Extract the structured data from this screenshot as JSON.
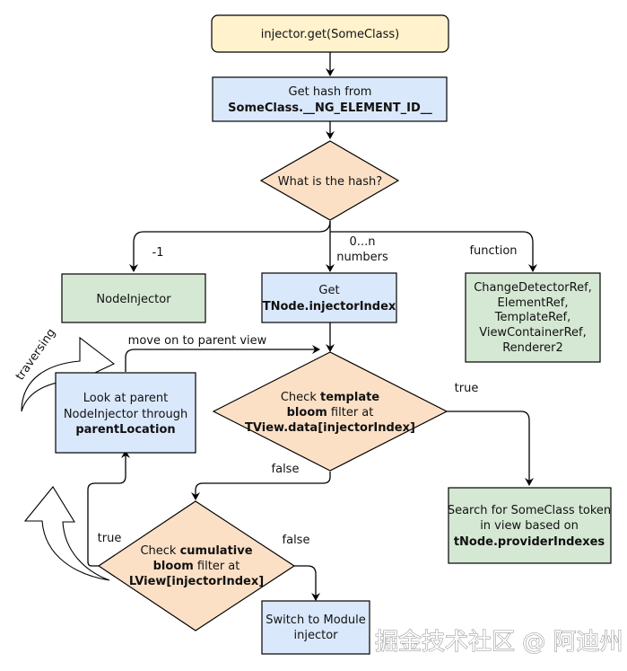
{
  "colors": {
    "start_fill": "#fff2cc",
    "process_fill": "#dae8fc",
    "decision_fill": "#fbe0c6",
    "result_fill": "#d5e8d4",
    "stroke": "#000000"
  },
  "nodes": {
    "start": {
      "line1": "injector.get(SomeClass)"
    },
    "get_hash": {
      "line1": "Get hash from",
      "line2": "SomeClass.__NG_ELEMENT_ID__"
    },
    "what_hash": {
      "line1": "What is the hash?"
    },
    "node_injector": {
      "line1": "NodeInjector"
    },
    "get_index": {
      "line1": "Get",
      "line2": "TNode.injectorIndex"
    },
    "special_refs": {
      "lines": [
        "ChangeDetectorRef,",
        "ElementRef,",
        "TemplateRef,",
        "ViewContainerRef,",
        "Renderer2"
      ]
    },
    "parent_lookup": {
      "line1": "Look at parent",
      "line2": "NodeInjector through",
      "line3": "parentLocation"
    },
    "template_bloom": {
      "pre": "Check ",
      "bold1": "template",
      "bold2": "bloom",
      "post2": " filter at",
      "line3": "TView.data[injectorIndex]"
    },
    "search_token": {
      "line1": "Search for SomeClass token",
      "line2": "in view based on",
      "line3": "tNode.providerIndexes"
    },
    "cumulative_bloom": {
      "pre": "Check ",
      "bold1": "cumulative",
      "bold2": "bloom",
      "post2": " filter at",
      "line3": "LView[injectorIndex]"
    },
    "module_injector": {
      "line1": "Switch to Module",
      "line2": "injector"
    }
  },
  "edge_labels": {
    "minus_one": "-1",
    "numbers_1": "0...n",
    "numbers_2": "numbers",
    "function": "function",
    "move_parent": "move on to parent view",
    "template_true": "true",
    "template_false": "false",
    "cumulative_true": "true",
    "cumulative_false": "false",
    "traversing": "traversing"
  },
  "watermark": "掘金技术社区 @ 阿迪州"
}
